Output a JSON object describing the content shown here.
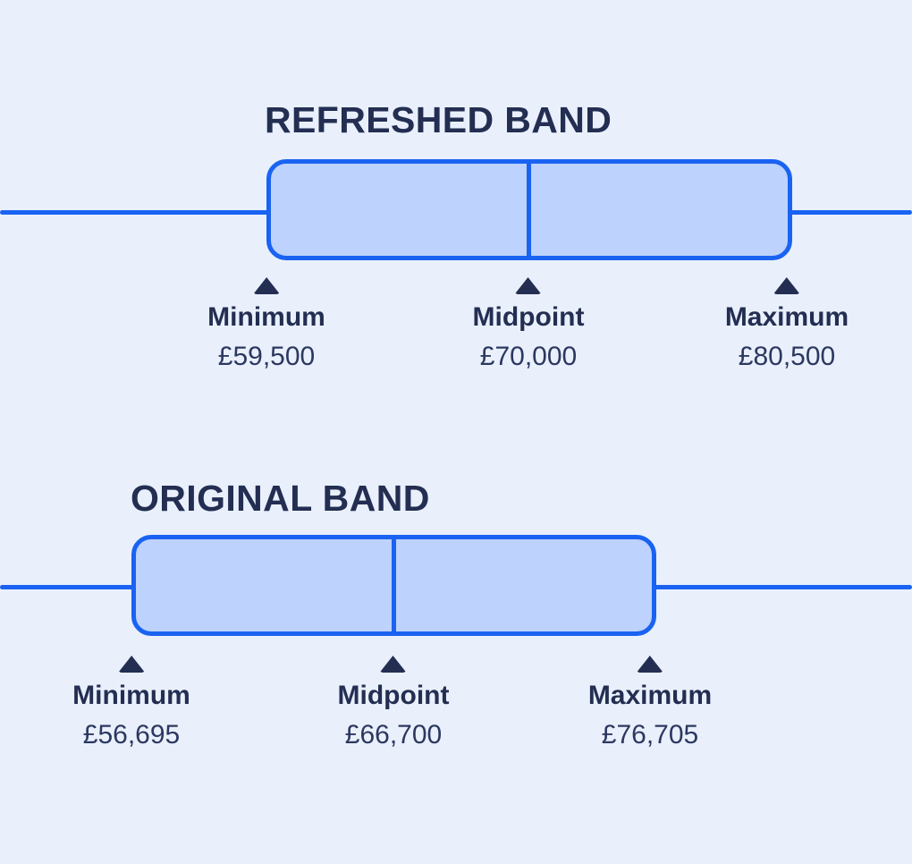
{
  "colors": {
    "page_bg": "#e9f0fc",
    "band_fill": "#bdd2fc",
    "band_stroke": "#1a63f2",
    "text_dark": "#232e52",
    "text_value": "#2c3860"
  },
  "bands": [
    {
      "title": "REFRESHED BAND",
      "markers": [
        {
          "label": "Minimum",
          "value": "£59,500"
        },
        {
          "label": "Midpoint",
          "value": "£70,000"
        },
        {
          "label": "Maximum",
          "value": "£80,500"
        }
      ]
    },
    {
      "title": "ORIGINAL BAND",
      "markers": [
        {
          "label": "Minimum",
          "value": "£56,695"
        },
        {
          "label": "Midpoint",
          "value": "£66,700"
        },
        {
          "label": "Maximum",
          "value": "£76,705"
        }
      ]
    }
  ],
  "chart_data": [
    {
      "type": "bar",
      "variant": "horizontal-range-band",
      "title": "REFRESHED BAND",
      "categories": [
        "Minimum",
        "Midpoint",
        "Maximum"
      ],
      "values": [
        59500,
        70000,
        80500
      ],
      "value_labels": [
        "£59,500",
        "£70,000",
        "£80,500"
      ],
      "currency": "GBP",
      "xlabel": "",
      "ylabel": "",
      "notes": "Rounded box spans Minimum to Maximum with vertical divider at Midpoint; horizontal axis line runs full width behind the box; upward triangle markers under Minimum, Midpoint, Maximum."
    },
    {
      "type": "bar",
      "variant": "horizontal-range-band",
      "title": "ORIGINAL BAND",
      "categories": [
        "Minimum",
        "Midpoint",
        "Maximum"
      ],
      "values": [
        56695,
        66700,
        76705
      ],
      "value_labels": [
        "£56,695",
        "£66,700",
        "£76,705"
      ],
      "currency": "GBP",
      "xlabel": "",
      "ylabel": "",
      "notes": "Rounded box spans Minimum to Maximum with vertical divider at Midpoint; horizontal axis line runs full width behind the box; upward triangle markers under Minimum, Midpoint, Maximum."
    }
  ]
}
